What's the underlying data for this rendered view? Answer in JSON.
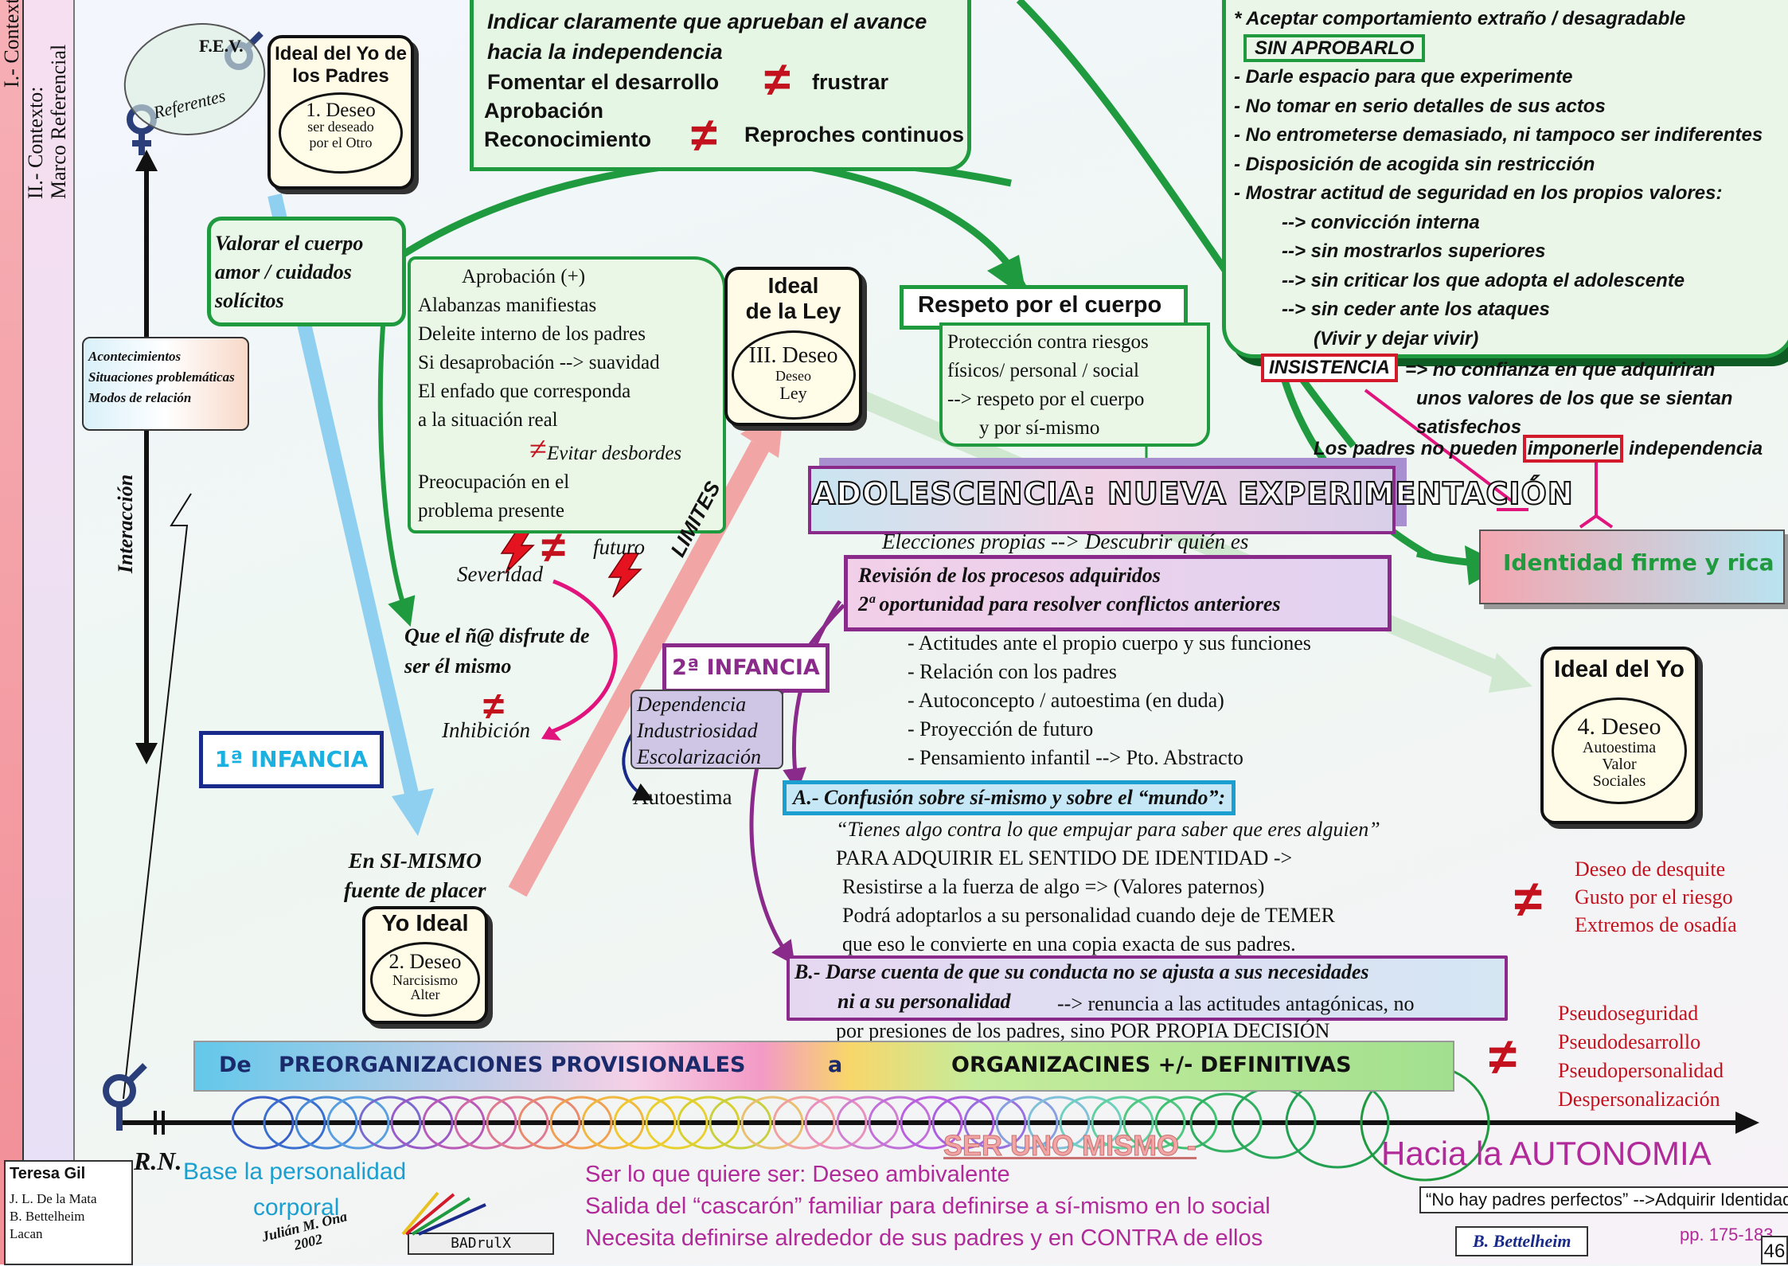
{
  "left": {
    "context1": "I.- Contexto",
    "context2_line1": "II.- Contexto:",
    "context2_line2": "Marco Referencial",
    "interaccion": "Interacción",
    "events": [
      "Acontecimientos",
      "Situaciones problemáticas",
      "Modos de relación"
    ],
    "fev": "F.E.V.",
    "referentes": "Referentes",
    "rn": "R.N."
  },
  "ideal_padres": {
    "title_1": "Ideal del Yo de",
    "title_2": "los Padres",
    "deseo": "1. Deseo",
    "sub_1": "ser deseado",
    "sub_2": "por el Otro"
  },
  "ideal_ley": {
    "title_1": "Ideal",
    "title_2": "de la Ley",
    "deseo": "III. Deseo",
    "sub_1": "Deseo",
    "sub_2": "Ley"
  },
  "yo_ideal": {
    "title": "Yo Ideal",
    "deseo": "2. Deseo",
    "sub_1": "Narcisismo",
    "sub_2": "Alter"
  },
  "ideal_yo": {
    "title": "Ideal del Yo",
    "deseo": "4. Deseo",
    "sub_1": "Autoestima",
    "sub_2": "Valor",
    "sub_3": "Sociales"
  },
  "top_box": {
    "l1": "Indicar claramente que aprueban el avance",
    "l2": "hacia la independencia",
    "l3": "Fomentar el desarrollo",
    "l4": "Aprobación",
    "l5": "Reconocimiento",
    "neq1": "frustrar",
    "neq2": "Reproches continuos"
  },
  "tr_box": {
    "l1": "* Aceptar comportamiento extraño / desagradable",
    "l2": "SIN APROBARLO",
    "l3": "- Darle espacio para que experimente",
    "l4": "- No tomar en serio detalles de sus actos",
    "l5": "- No entrometerse demasiado, ni tampoco ser indiferentes",
    "l6": "- Disposición de acogida sin restricción",
    "l7": "- Mostrar actitud de seguridad en los propios valores:",
    "l8": "--> convicción interna",
    "l9": "--> sin mostrarlos superiores",
    "l10": "--> sin criticar los que adopta el adolescente",
    "l11": "--> sin ceder ante los ataques",
    "l12": "(Vivir y dejar vivir)"
  },
  "insistencia": {
    "label": "INSISTENCIA",
    "l1": "=> no confianza en que adquiriran",
    "l2": "unos valores de los que se sientan",
    "l3": "satisfechos"
  },
  "imponer": {
    "pre": "Los padres no pueden ",
    "key": "imponerle",
    "post": " independencia"
  },
  "valorar": {
    "l1": "Valorar el cuerpo",
    "l2": "amor / cuidados",
    "l3": "solícitos"
  },
  "aprobacion": {
    "l1": "Aprobación (+)",
    "l2": "Alabanzas manifiestas",
    "l3": "Deleite interno de los padres",
    "l4": "Si desaprobación --> suavidad",
    "l5": "El enfado que corresponda",
    "l6": "a la situación real",
    "l7": "Evitar desbordes",
    "l8": "Preocupación en el",
    "l9": "problema presente"
  },
  "severidad": "Severidad",
  "futuro": "futuro",
  "limites": "LIMITES",
  "disfrute": {
    "l1": "Que el ñ@ disfrute de",
    "l2": "ser  él mismo"
  },
  "inhibicion": "Inhibición",
  "respeto": {
    "title": "Respeto por el cuerpo",
    "l1": "Protección contra riesgos",
    "l2": "físicos/ personal / social",
    "l3": "--> respeto por el cuerpo",
    "l4": "y por sí-mismo"
  },
  "adolescencia": {
    "title": "ADOLESCENCIA: NUEVA EXPERIMENTACIÓN",
    "sub": "Elecciones propias --> Descubrir quién es"
  },
  "revision": {
    "l1": "Revisión de los procesos adquiridos",
    "l2": "2ª oportunidad para resolver conflictos anteriores"
  },
  "actitudes": [
    "- Actitudes ante el propio cuerpo y sus funciones",
    "- Relación con los padres",
    "- Autoconcepto / autoestima (en duda)",
    "- Proyección de futuro",
    "- Pensamiento infantil --> Pto. Abstracto"
  ],
  "identidad": "Identidad firme y rica",
  "infancia2": "2ª INFANCIA",
  "infancia1": "1ª INFANCIA",
  "dependencia": [
    "Dependencia",
    "Industriosidad",
    "Escolarización"
  ],
  "autoestima": "Autoestima",
  "confusion": {
    "title": "A.- Confusión sobre sí-mismo y sobre el “mundo”:",
    "l1": "“Tienes algo contra lo que empujar para saber que eres alguien”",
    "l2": "PARA ADQUIRIR EL SENTIDO DE IDENTIDAD ->",
    "l3": "Resistirse a la fuerza de algo => (Valores paternos)",
    "l4": "Podrá adoptarlos a su personalidad cuando deje de TEMER",
    "l5": "que eso le  convierte en una copia exacta de sus padres."
  },
  "darse": {
    "l1": "B.- Darse cuenta de que su conducta no se ajusta a sus necesidades",
    "l2": "ni a su personalidad",
    "l3": "--> renuncia a las actitudes antagónicas, no",
    "l4": "por presiones de los padres, sino POR PROPIA DECISIÓN"
  },
  "en_si_mismo": {
    "l1": "En SI-MISMO",
    "l2": "fuente de placer"
  },
  "deseo_desquite": [
    "Deseo de desquite",
    "Gusto por el riesgo",
    "Extremos de osadía"
  ],
  "pseudo": [
    "Pseudoseguridad",
    "Pseudodesarrollo",
    "Pseudopersonalidad",
    "Despersonalización"
  ],
  "band": {
    "de": "De",
    "pre": "PREORGANIZACIONES PROVISIONALES",
    "a": "a",
    "org": "ORGANIZACINES +/- DEFINITIVAS"
  },
  "bottom": {
    "ser_uno": "SER UNO MISMO -",
    "autonomia": "Hacia la AUTONOMIA",
    "base_1": "Base la personalidad",
    "base_2": "corporal",
    "s1": "Ser lo que quiere ser: Deseo ambivalente",
    "s2": "Salida del “cascarón” familiar para definirse a sí-mismo en lo social",
    "s3": "Necesita definirse alrededor de sus padres y en CONTRA de ellos",
    "quote": "“No hay padres perfectos” -->Adquirir Identidad",
    "bettelheim": "B. Bettelheim",
    "pages": "pp. 175-183",
    "page_no": "46"
  },
  "credits": {
    "name": "Teresa Gil",
    "l1": "J. L. De la Mata",
    "l2": "B. Bettelheim",
    "l3": "Lacan",
    "author": "Julián M. Ona",
    "year": "2002",
    "logo": "BADrulX"
  },
  "neq_symbol": "≠",
  "colors": {
    "green": "#1f9a3e",
    "red": "#d21a2a",
    "purple": "#8a2a8a",
    "blue": "#1a2a8a",
    "pink": "#f2a5a5",
    "lightblue": "#8fd0f0"
  }
}
